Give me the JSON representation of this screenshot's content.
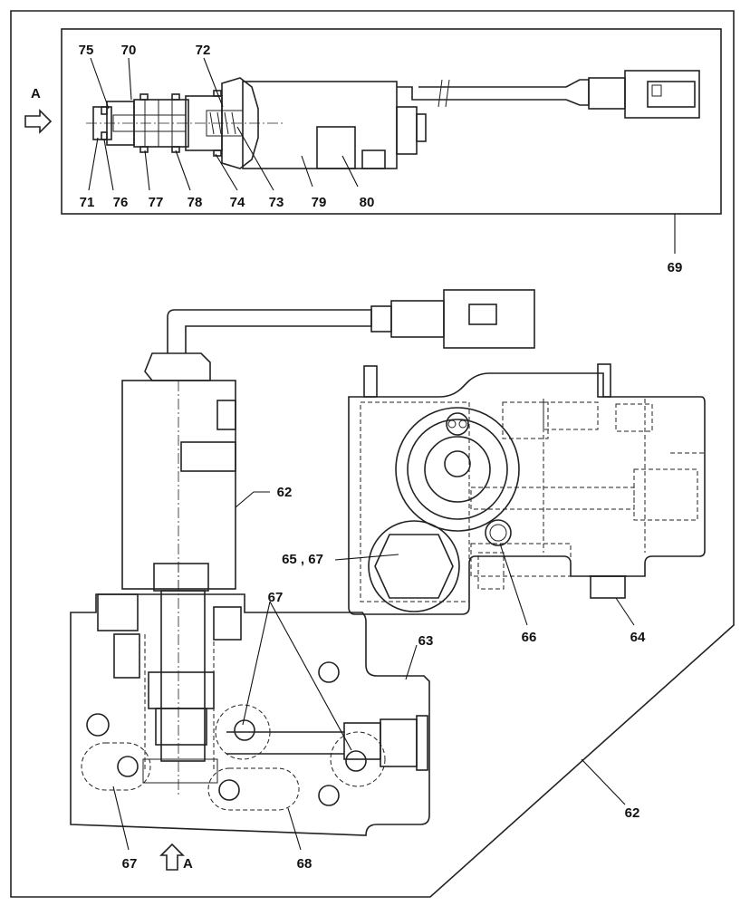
{
  "view_marker": "A",
  "callouts": {
    "c62_body": "62",
    "c62_outline": "62",
    "c63": "63",
    "c64": "64",
    "c65_67": "65 , 67",
    "c66": "66",
    "c67_top": "67",
    "c67_bottom": "67",
    "c68": "68",
    "c69": "69",
    "c70": "70",
    "c71": "71",
    "c72": "72",
    "c73": "73",
    "c74": "74",
    "c75": "75",
    "c76": "76",
    "c77": "77",
    "c78": "78",
    "c79": "79",
    "c80": "80"
  }
}
